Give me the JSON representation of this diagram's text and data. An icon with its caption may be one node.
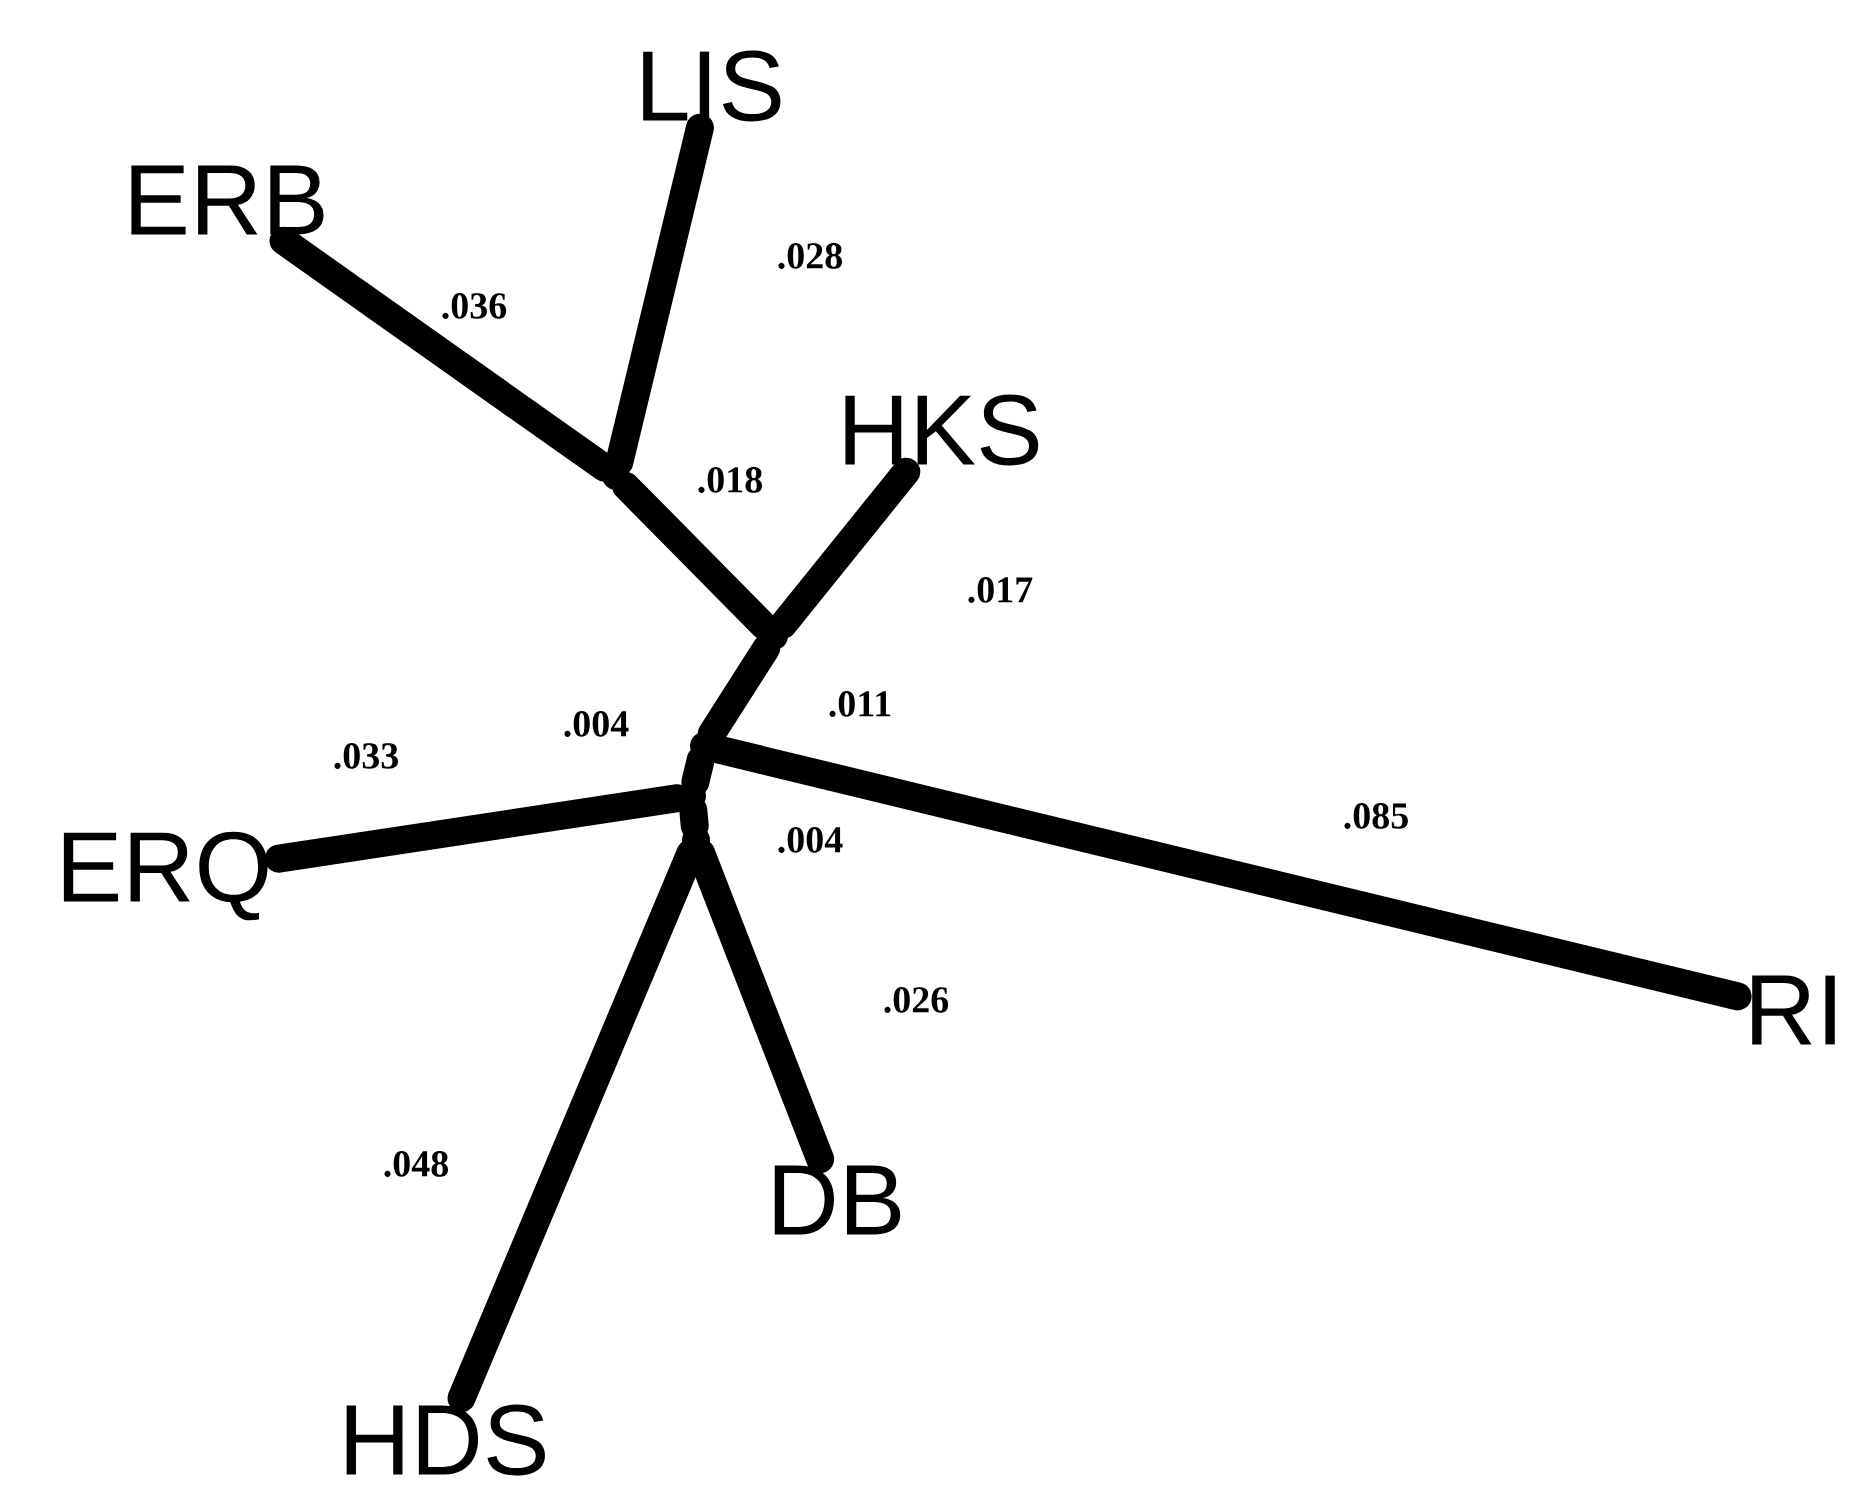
{
  "diagram": {
    "nodes": [
      {
        "text": [
          "ERB"
        ]
      },
      {
        "text": [
          "LIS"
        ]
      },
      {
        "text": [
          "HKS"
        ]
      },
      {
        "text": [
          "ERQ"
        ]
      },
      {
        "text": [
          "RI"
        ]
      },
      {
        "text": [
          "DB"
        ]
      },
      {
        "text": [
          "HDS"
        ]
      },
      {
        "text": [],
        "shape": "point"
      },
      {
        "text": [],
        "shape": "point"
      },
      {
        "text": [],
        "shape": "point"
      },
      {
        "text": [],
        "shape": "point"
      },
      {
        "text": [],
        "shape": "point"
      }
    ],
    "edges": [
      {
        "from": 7,
        "to": 0,
        "arrow": "none",
        "label": ".036"
      },
      {
        "from": 7,
        "to": 1,
        "arrow": "none",
        "label": ".028"
      },
      {
        "from": 7,
        "to": 8,
        "arrow": "none",
        "label": ".018"
      },
      {
        "from": 8,
        "to": 2,
        "arrow": "none",
        "label": ".017"
      },
      {
        "from": 8,
        "to": 9,
        "arrow": "none",
        "label": ".011"
      },
      {
        "from": 9,
        "to": 10,
        "arrow": "none",
        "label": ".004"
      },
      {
        "from": 10,
        "to": 3,
        "arrow": "none",
        "label": ".033"
      },
      {
        "from": 9,
        "to": 4,
        "arrow": "none",
        "label": ".085"
      },
      {
        "from": 10,
        "to": 11,
        "arrow": "none",
        "label": ".004"
      },
      {
        "from": 11,
        "to": 5,
        "arrow": "none",
        "label": ".026"
      },
      {
        "from": 11,
        "to": 6,
        "arrow": "none",
        "label": ".048"
      }
    ]
  }
}
